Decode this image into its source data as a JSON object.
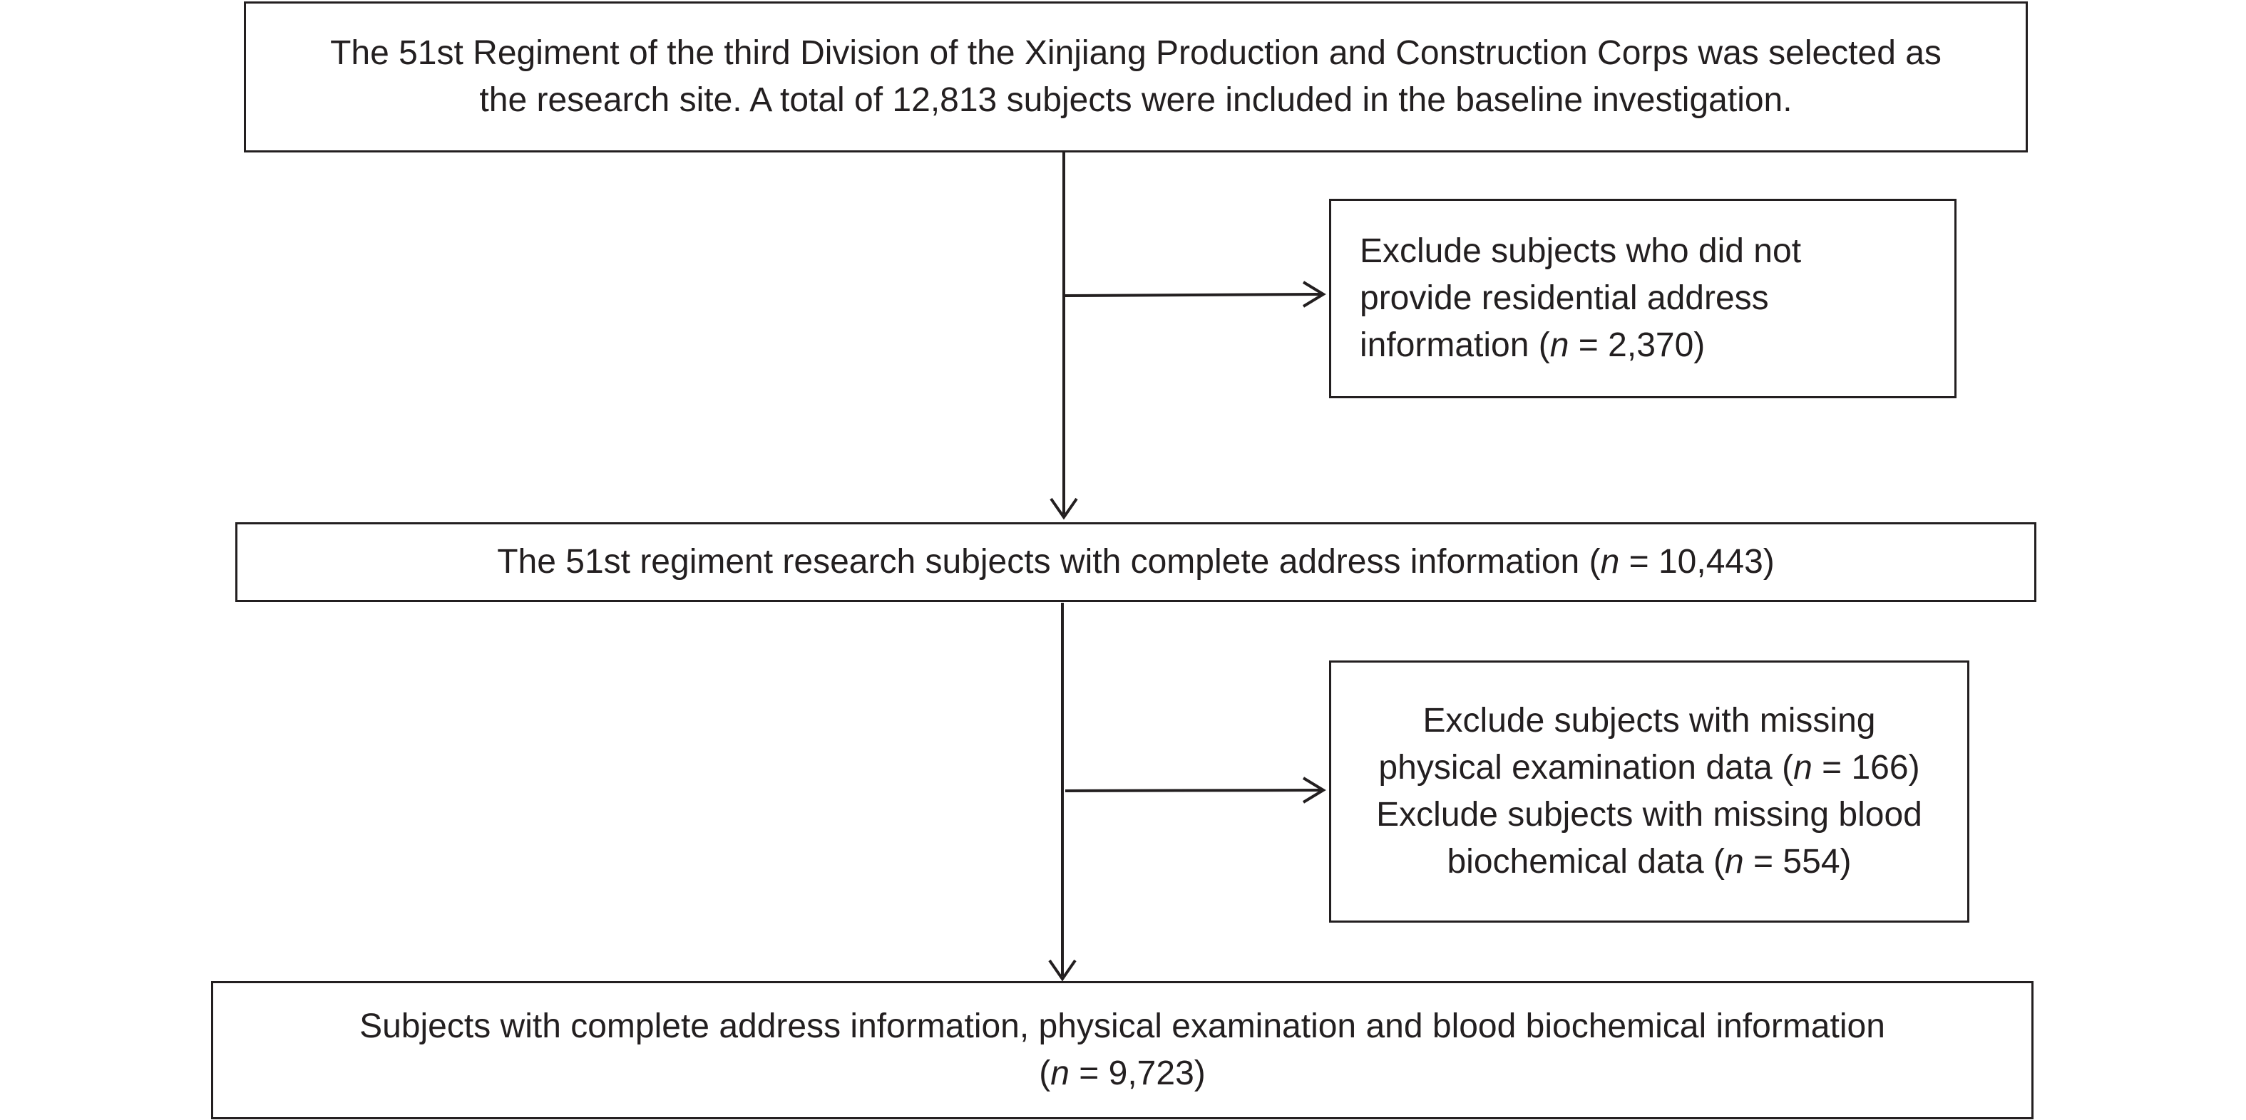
{
  "boxes": {
    "baseline": {
      "line1": "The 51st Regiment of the third Division of the Xinjiang Production and Construction Corps was selected as",
      "line2": "the research site. A total of 12,813 subjects were included in the baseline investigation."
    },
    "exclusion1": {
      "line1": "Exclude subjects who did not",
      "line2": "provide residential address",
      "line3_prefix": "information (",
      "line3_n": "n",
      "line3_suffix": " = 2,370)"
    },
    "complete_address": {
      "prefix": "The 51st regiment research subjects with complete address information (",
      "n": "n",
      "suffix": " = 10,443)"
    },
    "exclusion2": {
      "line1": "Exclude subjects with missing",
      "line2_prefix": "physical examination data (",
      "line2_n": "n",
      "line2_suffix": " = 166)",
      "line3": "Exclude subjects with missing blood",
      "line4_prefix": "biochemical data (",
      "line4_n": "n",
      "line4_suffix": " = 554)"
    },
    "final": {
      "line1": "Subjects with complete address information, physical examination and blood biochemical information",
      "line2_prefix": "(",
      "line2_n": "n",
      "line2_suffix": " = 9,723)"
    }
  },
  "colors": {
    "stroke": "#231f20",
    "background": "#ffffff"
  }
}
